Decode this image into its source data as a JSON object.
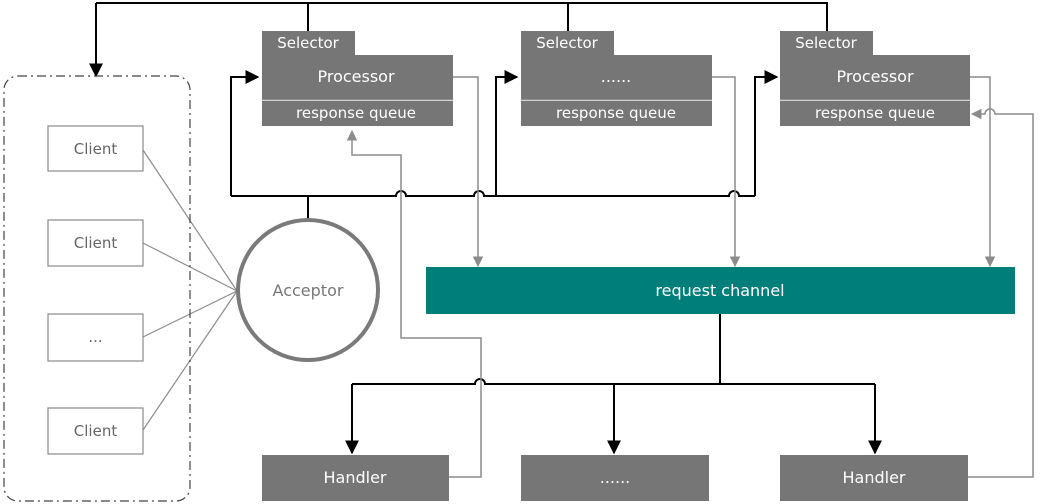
{
  "clients": {
    "items": [
      "Client",
      "Client",
      "...",
      "Client"
    ]
  },
  "acceptor": {
    "label": "Acceptor"
  },
  "processors": [
    {
      "tab": "Selector",
      "main": "Processor",
      "queue": "response queue"
    },
    {
      "tab": "Selector",
      "main": "......",
      "queue": "response queue"
    },
    {
      "tab": "Selector",
      "main": "Processor",
      "queue": "response queue"
    }
  ],
  "request_channel": {
    "label": "request channel"
  },
  "handlers": [
    "Handler",
    "......",
    "Handler"
  ],
  "colors": {
    "box_dark": "#767676",
    "channel": "#007f7a",
    "client_border": "#8a8a8a",
    "text_light": "#ffffff",
    "text_dark": "#666666",
    "line_black": "#000000",
    "line_gray": "#8c8c8c"
  }
}
